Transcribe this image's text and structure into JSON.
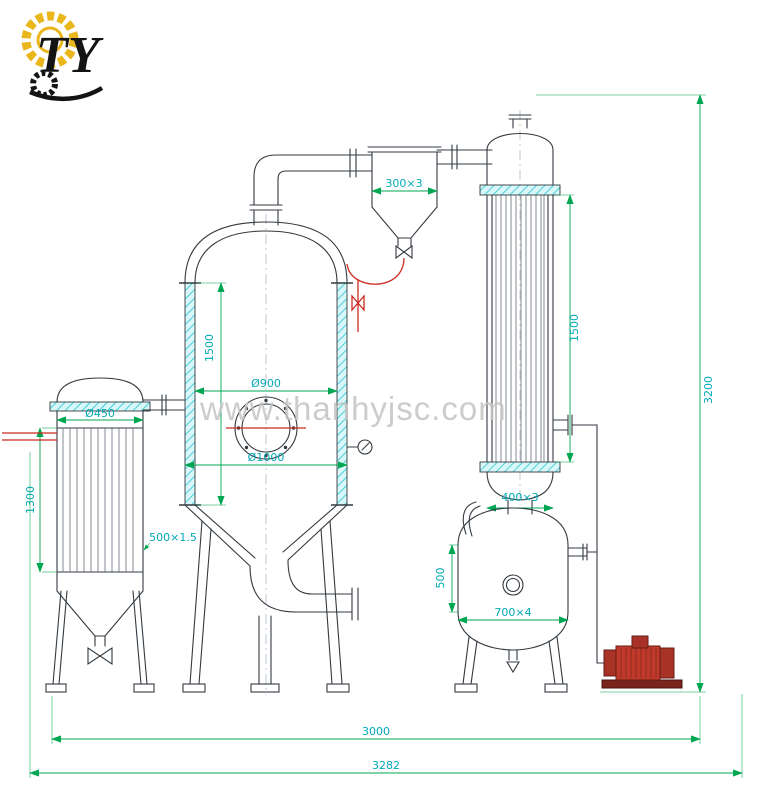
{
  "logo": {
    "text": "TY"
  },
  "watermark": {
    "text": "www.thanhyjsc.com"
  },
  "labels": {
    "condenser_diameter": "Ø450",
    "condenser_height": "1300",
    "condenser_shell": "500×1.5",
    "evaporator_inner_diameter": "Ø900",
    "evaporator_outer_diameter": "Ø1000",
    "evaporator_height": "1500",
    "cyclone_size": "300×3",
    "column_height": "1500",
    "column_size": "400×3",
    "receiver_height": "500",
    "receiver_size": "700×4",
    "overall_height": "3200",
    "overall_span": "3000",
    "overall_width": "3282"
  },
  "colors": {
    "dimension_text": "#00a9b7",
    "dimension_line": "#00a651",
    "pipe_red": "#cc2a1f",
    "hatch_cyan": "#29c5cf",
    "outline": "#333a40",
    "logo_yellow": "#e9b61c"
  }
}
